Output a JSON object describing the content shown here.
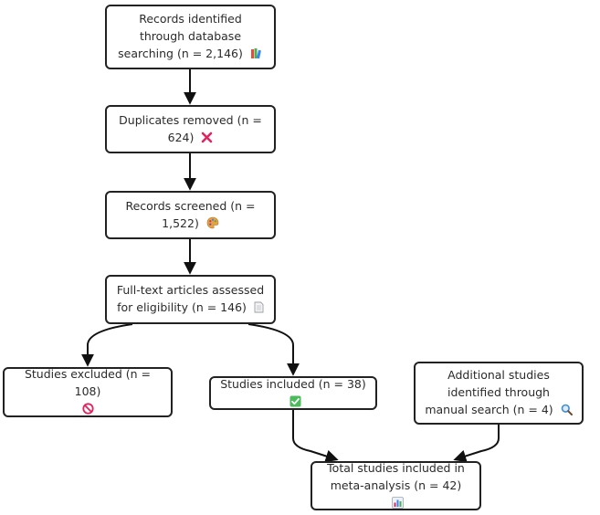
{
  "nodes": {
    "records_identified": {
      "label": "Records identified through database searching (n = 2,146)",
      "icon": "books-icon"
    },
    "duplicates_removed": {
      "label": "Duplicates removed (n = 624)",
      "icon": "cross-mark-icon"
    },
    "records_screened": {
      "label": "Records screened (n = 1,522)",
      "icon": "palette-icon"
    },
    "full_text_assessed": {
      "label": "Full-text articles assessed for eligibility (n = 146)",
      "icon": "page-icon"
    },
    "studies_excluded": {
      "label": "Studies excluded (n = 108)",
      "icon": "prohibited-icon"
    },
    "studies_included": {
      "label": "Studies included (n = 38)",
      "icon": "check-mark-icon"
    },
    "additional_studies": {
      "label": "Additional studies identified through manual search (n = 4)",
      "icon": "magnifier-icon"
    },
    "total_included": {
      "label": "Total studies included in meta-analysis (n = 42)",
      "icon": "bar-chart-icon"
    }
  },
  "edges": [
    {
      "from": "records_identified",
      "to": "duplicates_removed"
    },
    {
      "from": "duplicates_removed",
      "to": "records_screened"
    },
    {
      "from": "records_screened",
      "to": "full_text_assessed"
    },
    {
      "from": "full_text_assessed",
      "to": "studies_excluded"
    },
    {
      "from": "full_text_assessed",
      "to": "studies_included"
    },
    {
      "from": "studies_included",
      "to": "total_included"
    },
    {
      "from": "additional_studies",
      "to": "total_included"
    }
  ],
  "colors": {
    "border": "#222222",
    "arrow": "#111111",
    "cross": "#e0245e",
    "prohibited": "#e0245e",
    "check": "#4cbb5c",
    "magnifier": "#3b8ed8"
  }
}
